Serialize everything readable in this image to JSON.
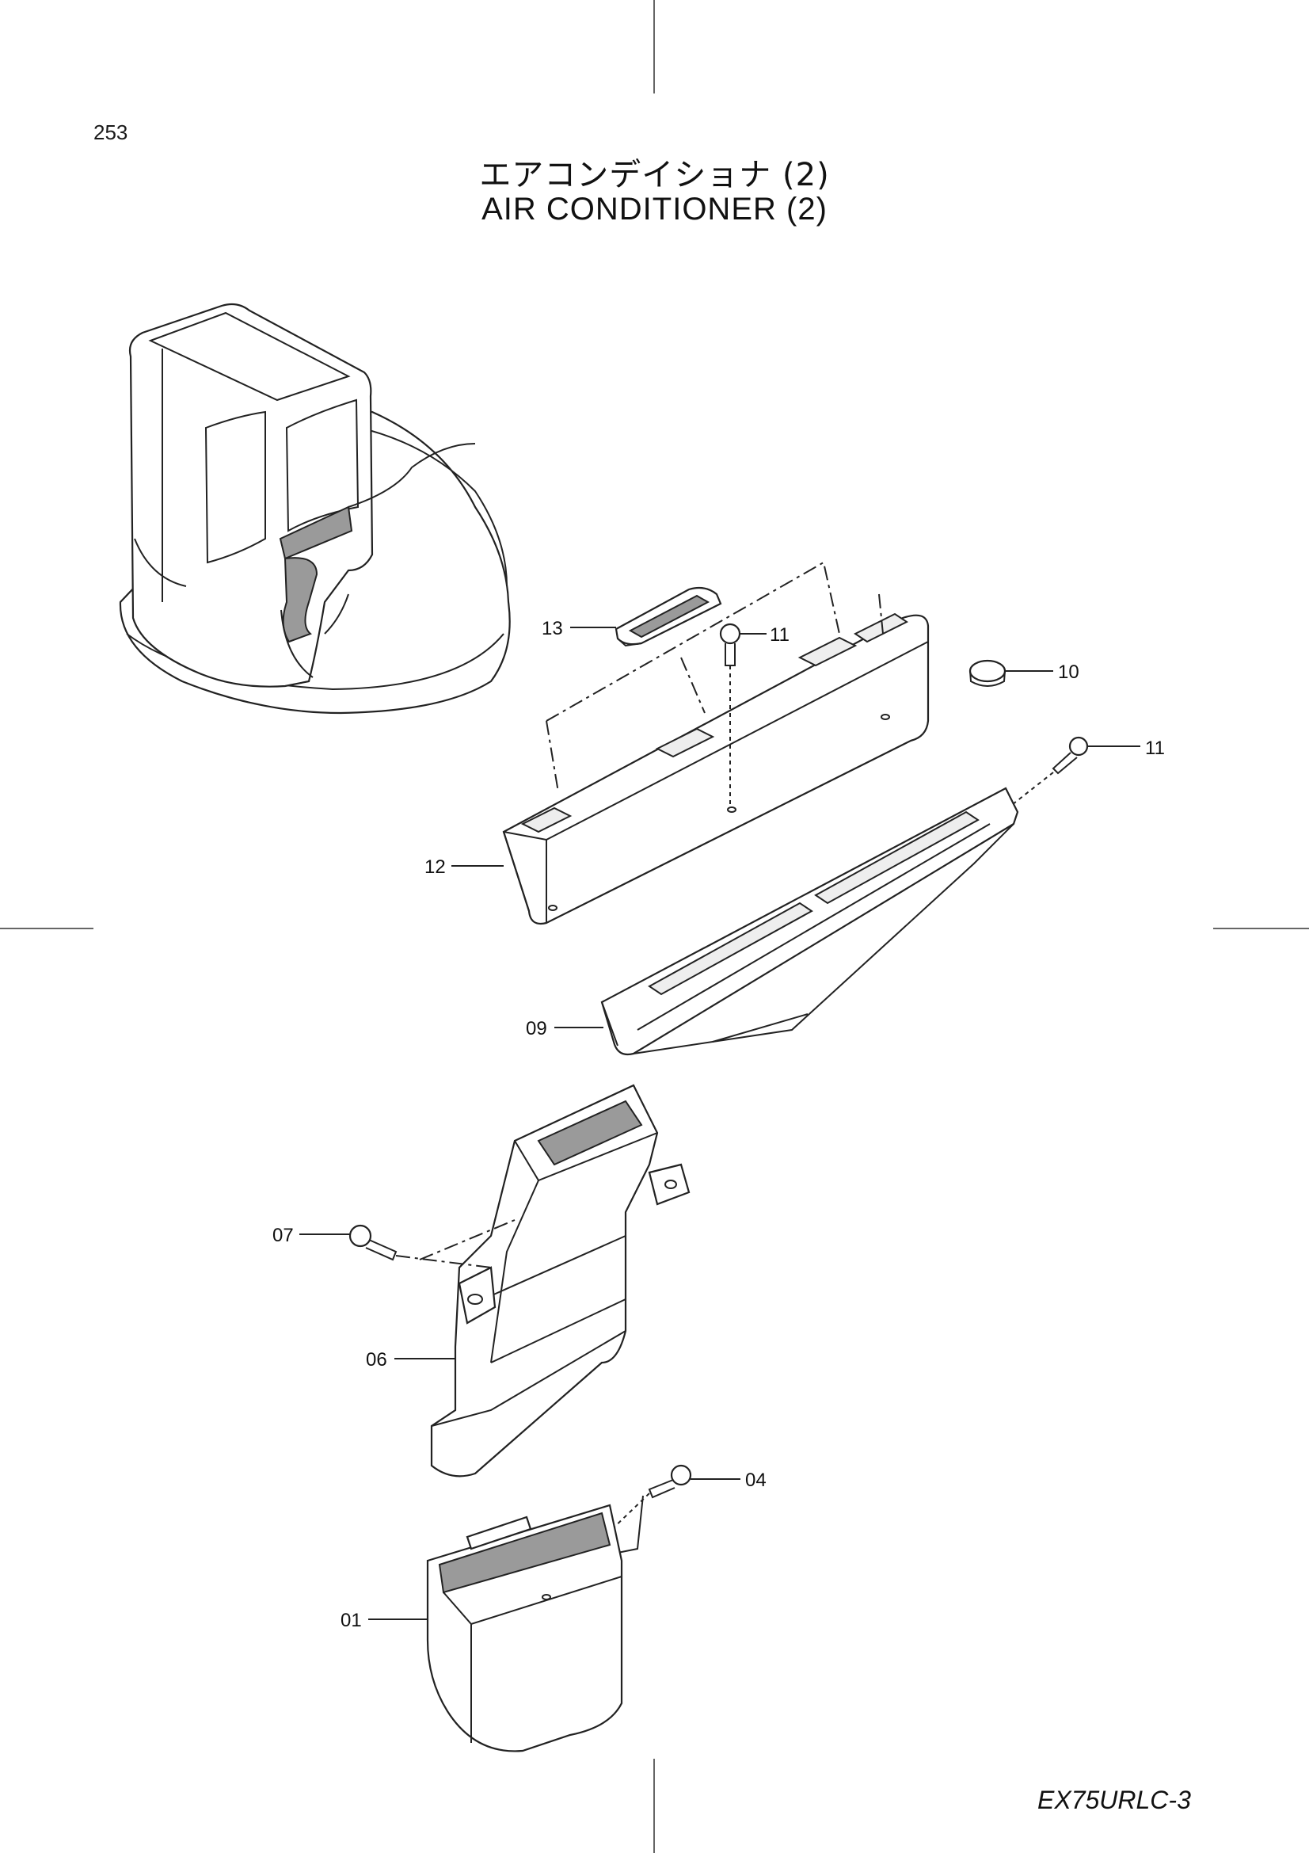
{
  "page": {
    "number": "253",
    "title_jp": "エアコンデイショナ (2)",
    "title_en": "AIR CONDITIONER (2)",
    "model_code": "EX75URLC-3"
  },
  "callouts": [
    {
      "id": "13",
      "label": "13"
    },
    {
      "id": "11a",
      "label": "11"
    },
    {
      "id": "10",
      "label": "10"
    },
    {
      "id": "11b",
      "label": "11"
    },
    {
      "id": "12",
      "label": "12"
    },
    {
      "id": "09",
      "label": "09"
    },
    {
      "id": "07",
      "label": "07"
    },
    {
      "id": "06",
      "label": "06"
    },
    {
      "id": "04",
      "label": "04"
    },
    {
      "id": "01",
      "label": "01"
    }
  ]
}
